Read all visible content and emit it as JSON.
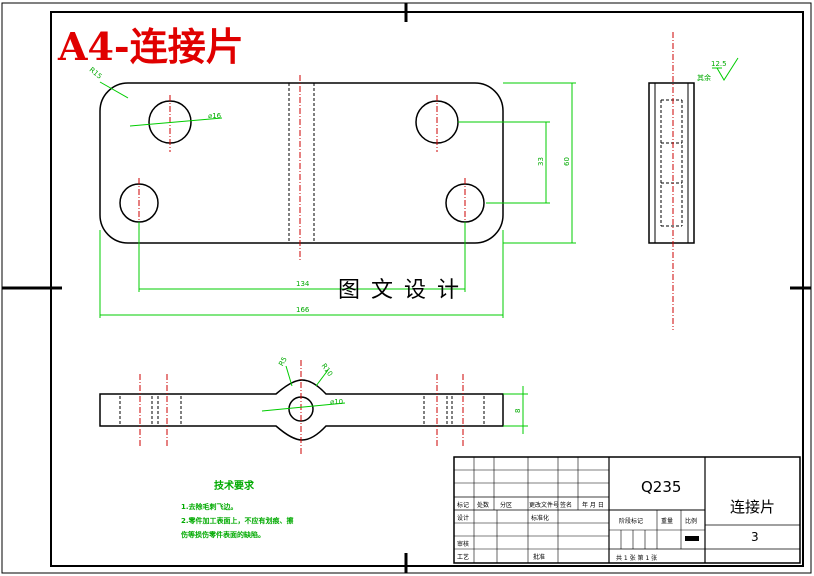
{
  "sheet_title": "A4-连接片",
  "watermark": "图 文 设 计",
  "dimensions": {
    "d_corner": "R15",
    "d_hole": "⌀16",
    "d_33": "33",
    "d_60": "60",
    "d_134": "134",
    "d_166": "166",
    "d_pin": "⌀10",
    "d_r5": "R5",
    "d_r10": "R10",
    "d_8": "8",
    "roughness": "12.5",
    "roughness_note": "其余"
  },
  "tech_req": {
    "title": "技术要求",
    "line1": "1.去除毛刺飞边。",
    "line2": "2.零件加工表面上，不应有划痕、擦",
    "line3": "伤等损伤零件表面的缺陷。"
  },
  "title_block": {
    "material": "Q235",
    "part_name": "连接片",
    "number": "3",
    "row_labels": [
      "标记",
      "处数",
      "分区",
      "更改文件号",
      "签名",
      "年 月 日"
    ],
    "design": "设计",
    "standardize": "标准化",
    "review": "审核",
    "process": "工艺",
    "approve": "批准",
    "stage_mark": "阶段标记",
    "weight": "重量",
    "scale": "比例",
    "sheet_info": "共 1 张 第 1 张"
  }
}
